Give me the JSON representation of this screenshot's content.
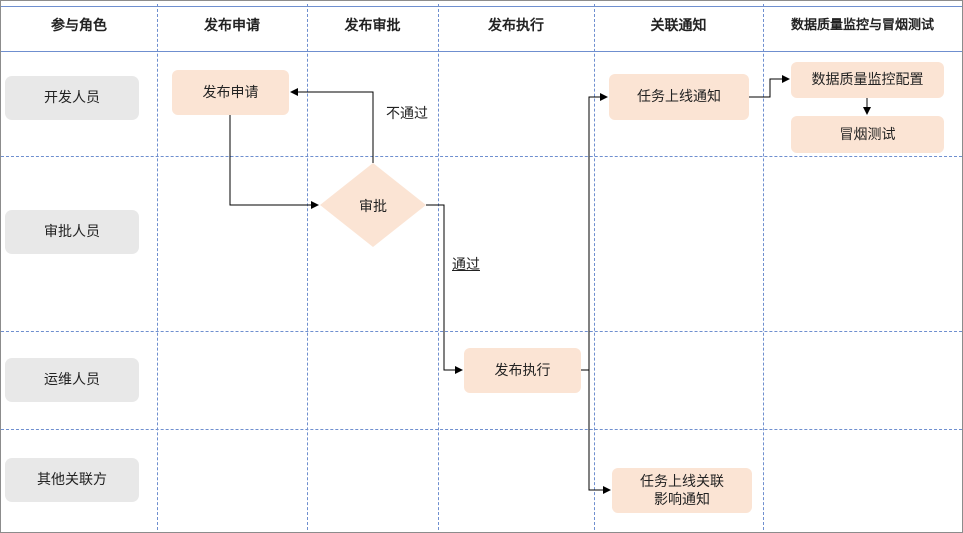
{
  "diagram": {
    "title": "",
    "headers": {
      "roles": "参与角色",
      "apply": "发布申请",
      "approve": "发布审批",
      "execute": "发布执行",
      "notify": "关联通知",
      "quality": "数据质量监控与冒烟测试"
    },
    "roles": {
      "developer": "开发人员",
      "approver": "审批人员",
      "ops": "运维人员",
      "others": "其他关联方"
    },
    "nodes": {
      "apply": "发布申请",
      "approve": "审批",
      "execute": "发布执行",
      "online_notify": "任务上线通知",
      "impact_notify_line1": "任务上线关联",
      "impact_notify_line2": "影响通知",
      "quality_config": "数据质量监控配置",
      "smoke_test": "冒烟测试"
    },
    "edge_labels": {
      "rejected": "不通过",
      "passed": "通过"
    },
    "colors": {
      "node_fill": "#fbe4d4",
      "role_fill": "#e8e8e8",
      "lane_line": "#6f8fcf",
      "arrow": "#000000"
    }
  }
}
